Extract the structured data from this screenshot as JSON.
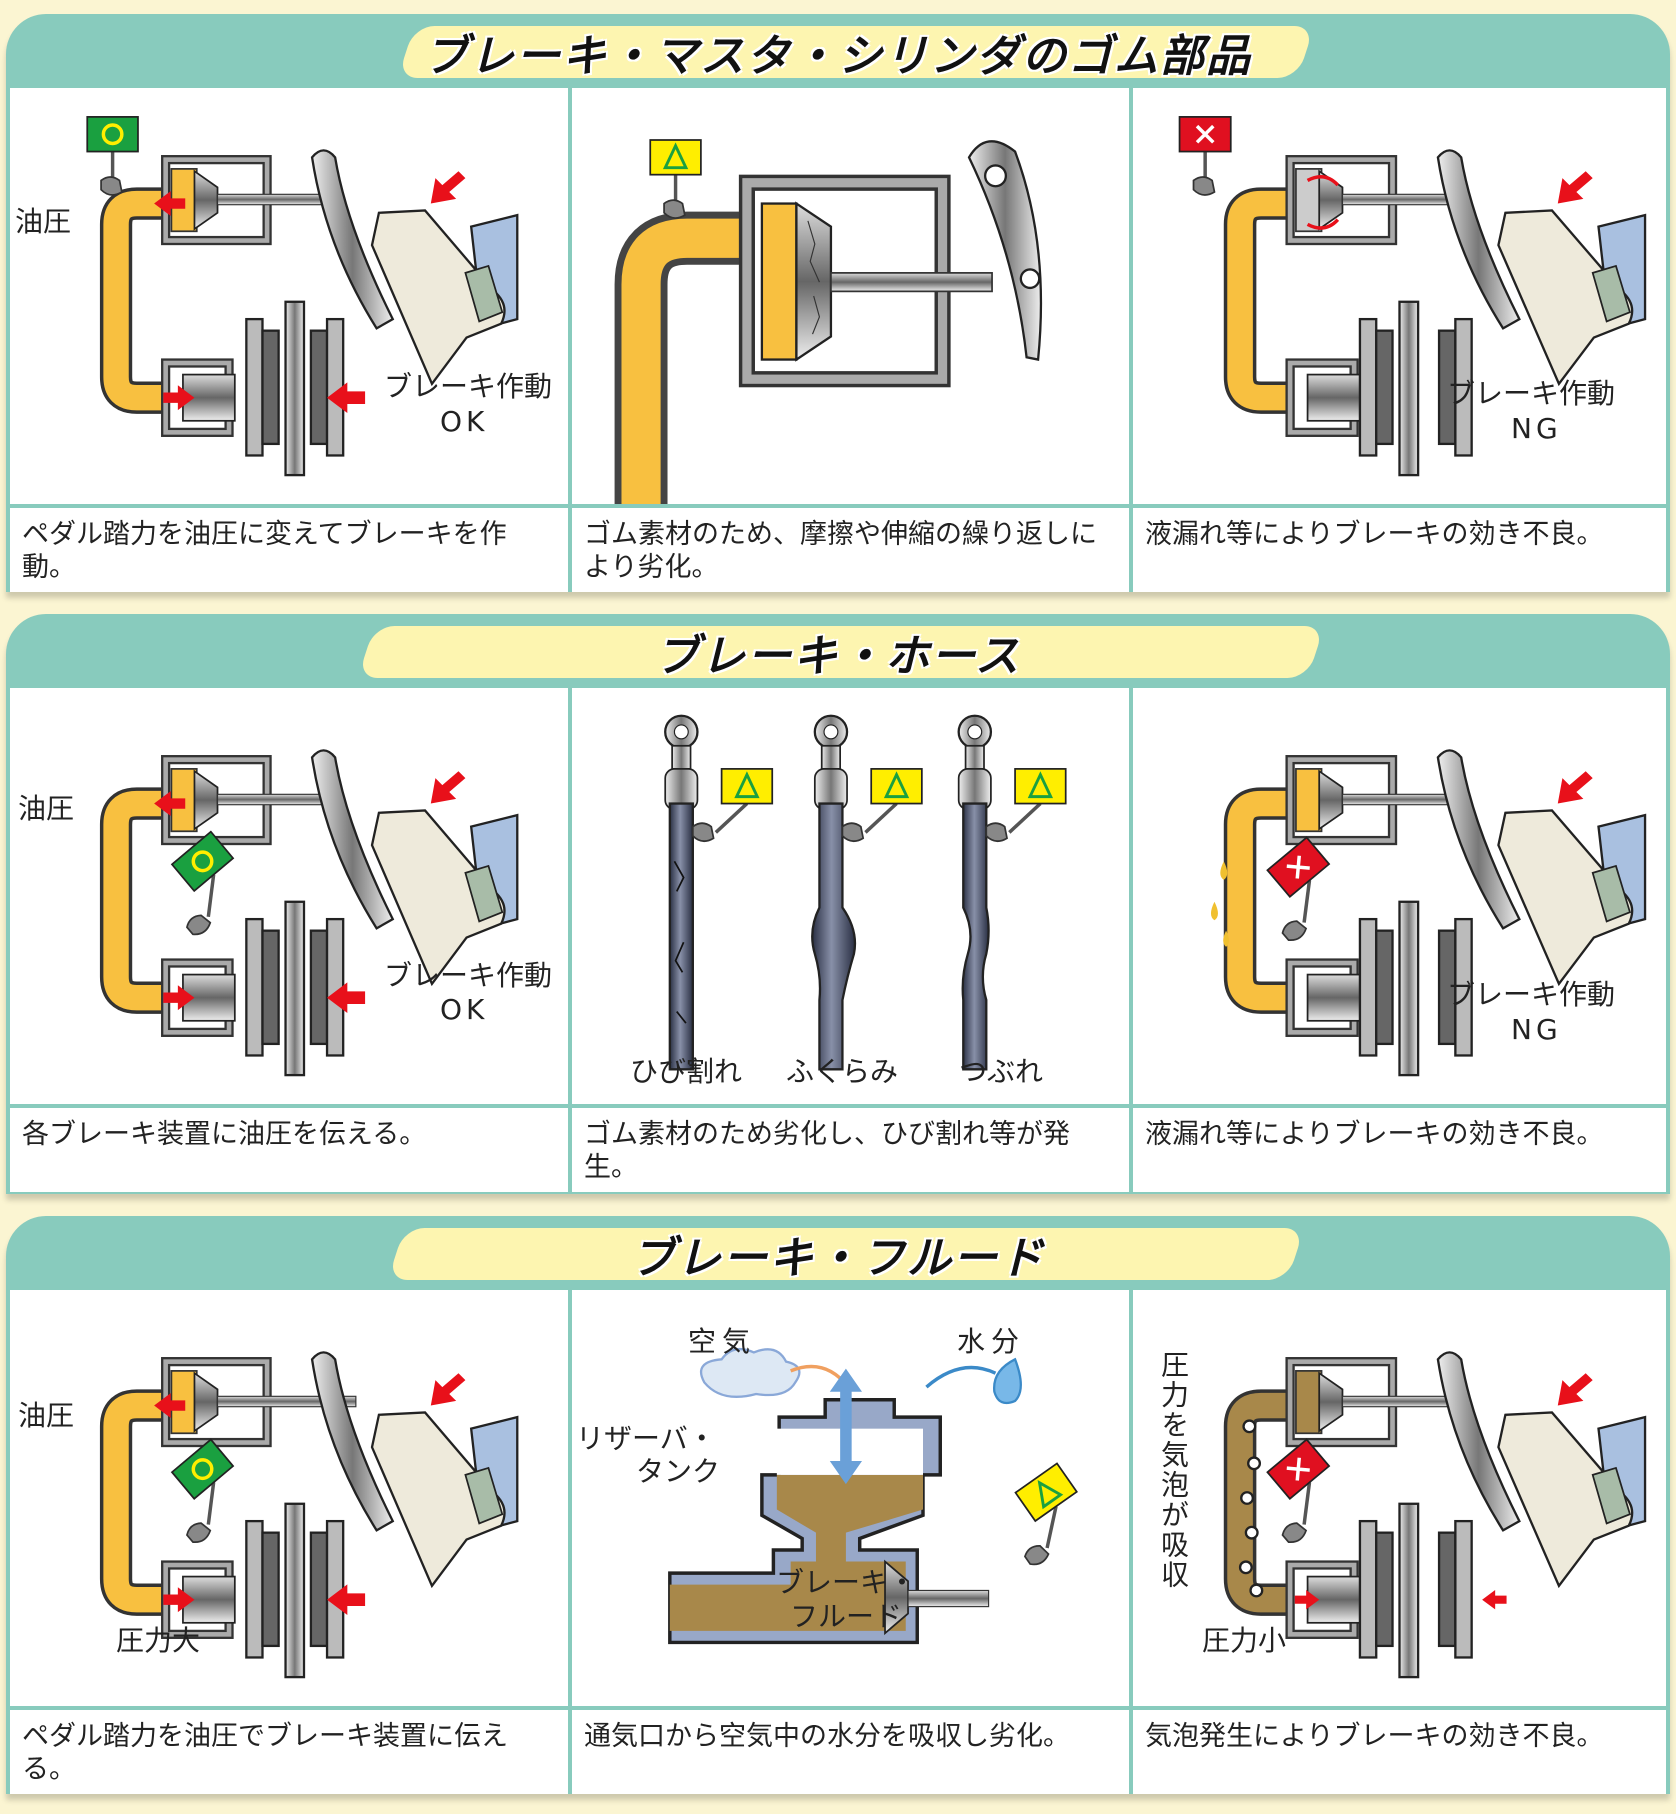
{
  "colors": {
    "teal": "#88cbbd",
    "fluid_ok": "#f8c040",
    "fluid_bad": "#a8884a",
    "sign_ok": "#1aa040",
    "sign_warn": "#ffee00",
    "sign_ng": "#e01020",
    "arrow": "#e8101a"
  },
  "sections": [
    {
      "title": "ブレーキ・マスタ・シリンダのゴム部品",
      "cells": [
        {
          "sign": "○",
          "sign_icon": "circle-ok-sign",
          "labels": {
            "pressure": "油圧",
            "action": "ブレーキ作動",
            "result": "OK"
          },
          "caption": "ペダル踏力を油圧に変えてブレーキを作動。"
        },
        {
          "sign": "△",
          "sign_icon": "triangle-warning-sign",
          "caption": "ゴム素材のため、摩擦や伸縮の繰り返しにより劣化。"
        },
        {
          "sign": "×",
          "sign_icon": "cross-ng-sign",
          "labels": {
            "action": "ブレーキ作動",
            "result": "NG"
          },
          "caption": "液漏れ等によりブレーキの効き不良。"
        }
      ]
    },
    {
      "title": "ブレーキ・ホース",
      "cells": [
        {
          "sign": "○",
          "sign_icon": "circle-ok-sign",
          "labels": {
            "pressure": "油圧",
            "action": "ブレーキ作動",
            "result": "OK"
          },
          "caption": "各ブレーキ装置に油圧を伝える。"
        },
        {
          "sign": "△",
          "sign_icon": "triangle-warning-sign",
          "hoses": [
            "ひび割れ",
            "ふくらみ",
            "つぶれ"
          ],
          "caption": "ゴム素材のため劣化し、ひび割れ等が発生。"
        },
        {
          "sign": "×",
          "sign_icon": "cross-ng-sign",
          "labels": {
            "action": "ブレーキ作動",
            "result": "NG"
          },
          "caption": "液漏れ等によりブレーキの効き不良。"
        }
      ]
    },
    {
      "title": "ブレーキ・フルード",
      "cells": [
        {
          "sign": "○",
          "sign_icon": "circle-ok-sign",
          "labels": {
            "pressure": "油圧",
            "force": "圧力大"
          },
          "caption": "ペダル踏力を油圧でブレーキ装置に伝える。"
        },
        {
          "sign": "△",
          "sign_icon": "triangle-warning-sign",
          "labels": {
            "air": "空気",
            "water": "水分",
            "tank_1": "リザーバ・",
            "tank_2": "タンク",
            "fluid_1": "ブレーキ・",
            "fluid_2": "フルード"
          },
          "caption": "通気口から空気中の水分を吸収し劣化。"
        },
        {
          "sign": "×",
          "sign_icon": "cross-ng-sign",
          "labels": {
            "bubbles": "圧力を気泡が吸収",
            "force": "圧力小"
          },
          "caption": "気泡発生によりブレーキの効き不良。"
        }
      ]
    }
  ]
}
